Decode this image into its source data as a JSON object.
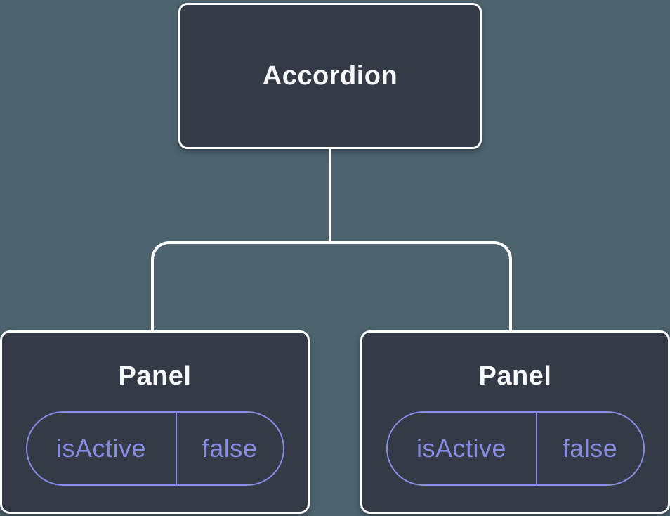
{
  "diagram": {
    "root": {
      "label": "Accordion"
    },
    "children": [
      {
        "label": "Panel",
        "state": {
          "key": "isActive",
          "value": "false"
        }
      },
      {
        "label": "Panel",
        "state": {
          "key": "isActive",
          "value": "false"
        }
      }
    ]
  },
  "colors": {
    "bg": "#4d646f",
    "node-bg": "#343a46",
    "line": "#ffffff",
    "accent": "#858ce2",
    "title": "#f7f8fa"
  }
}
